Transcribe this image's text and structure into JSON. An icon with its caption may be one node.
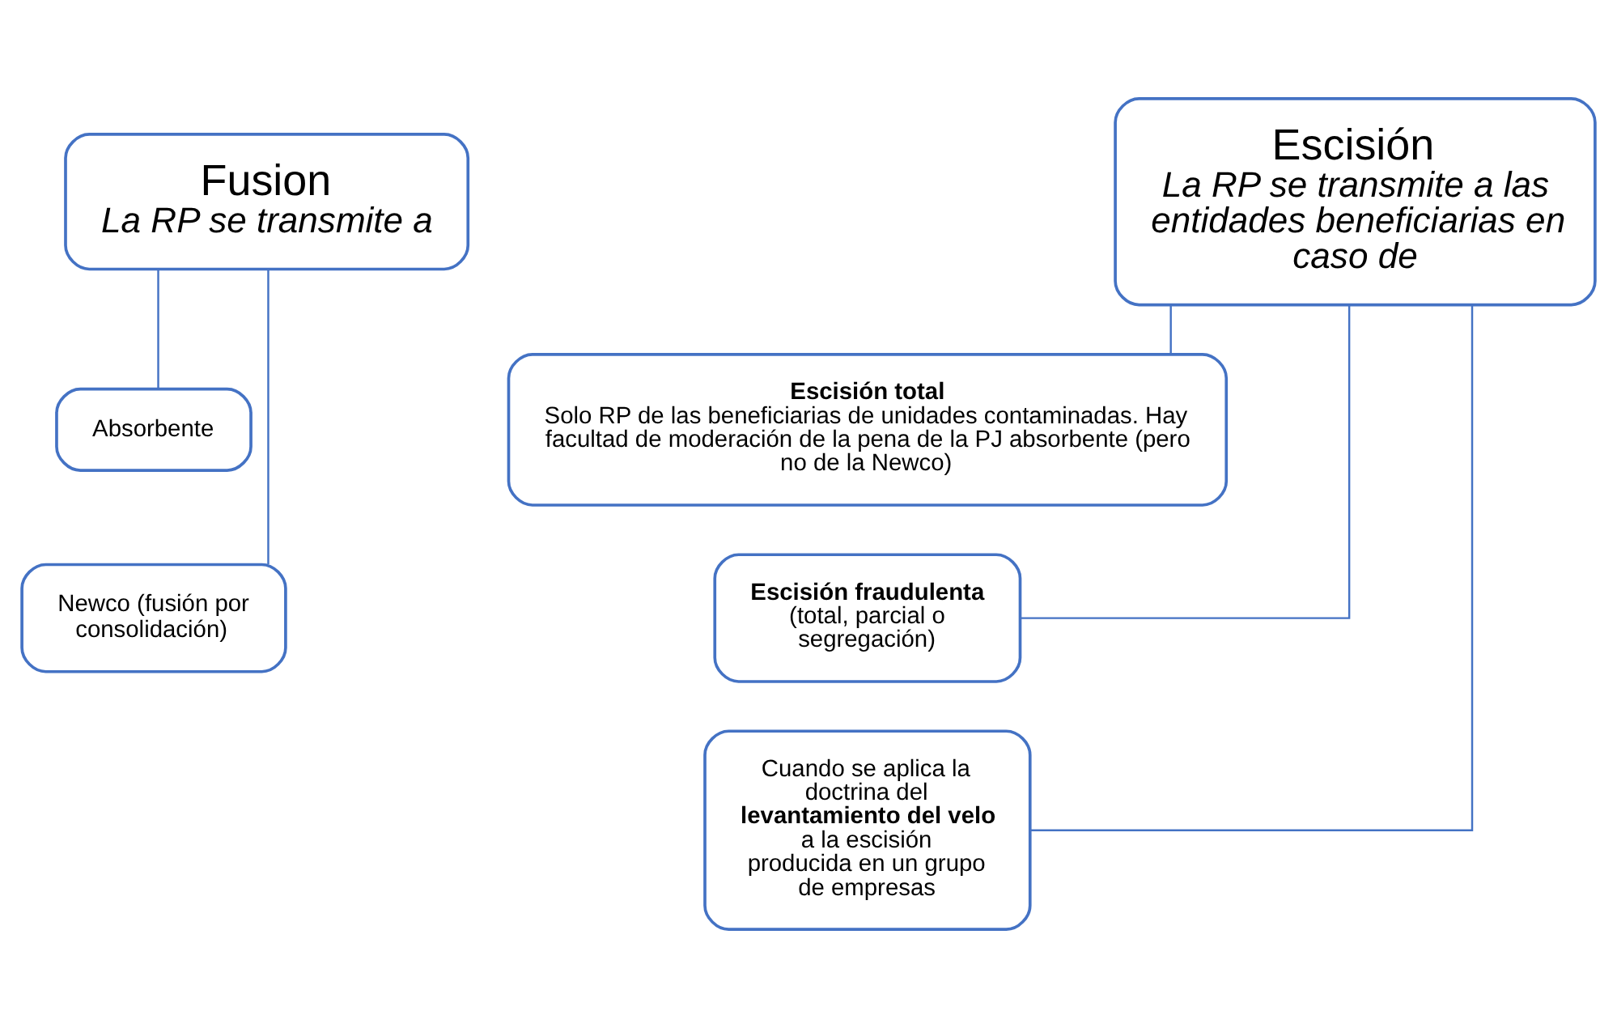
{
  "diagram": {
    "nodes": [
      {
        "text": [
          "Fusion",
          "*La RP se transmite a*"
        ]
      },
      {
        "text": [
          "Absorbente"
        ]
      },
      {
        "text": [
          "Newco (fusión por consolidación)"
        ]
      },
      {
        "text": [
          "Escisión",
          "*La RP se transmite a las entidades beneficiarias en caso de*"
        ]
      },
      {
        "text": [
          "**Escisión total**",
          "Solo RP de las beneficiarias de unidades contaminadas. Hay facultad de moderación de la pena de la PJ absorbente (pero no de la Newco)"
        ]
      },
      {
        "text": [
          "**Escisión fraudulenta**",
          "(total, parcial o segregación)"
        ]
      },
      {
        "text": [
          "Cuando se aplica la doctrina del **levantamiento del velo** a la escisión producida en un grupo de empresas"
        ]
      }
    ],
    "edges": [
      {
        "from": 0,
        "to": 1,
        "arrow": "none"
      },
      {
        "from": 0,
        "to": 2,
        "arrow": "none"
      },
      {
        "from": 3,
        "to": 4,
        "arrow": "none"
      },
      {
        "from": 3,
        "to": 5,
        "arrow": "none"
      },
      {
        "from": 3,
        "to": 6,
        "arrow": "none"
      }
    ]
  }
}
